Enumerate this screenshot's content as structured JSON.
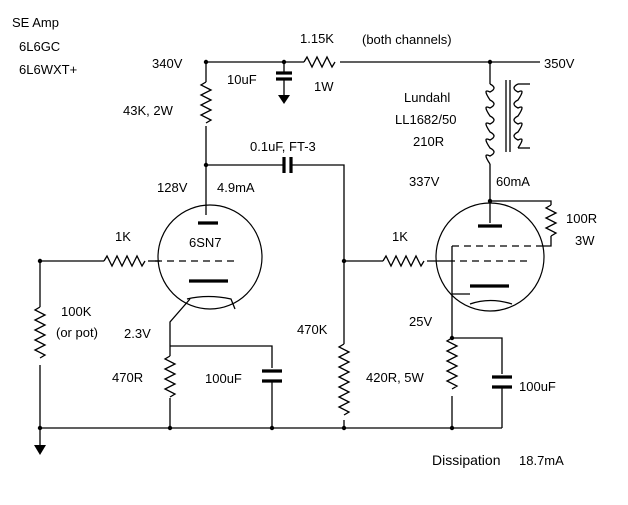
{
  "title": {
    "line1": "SE Amp",
    "line2": "6L6GC",
    "line3": "6L6WXT+"
  },
  "supply": {
    "b_plus_left": "340V",
    "b_plus_right": "350V",
    "dropping_resistor": "1.15K",
    "dropping_note": "(both channels)",
    "dropping_power": "1W",
    "filter_cap": "10uF"
  },
  "driver": {
    "tube": "6SN7",
    "plate_resistor": "43K, 2W",
    "plate_voltage": "128V",
    "plate_current": "4.9mA",
    "grid_stopper": "1K",
    "input_resistor_value": "100K",
    "input_resistor_note": "(or pot)",
    "cathode_voltage": "2.3V",
    "cathode_resistor": "470R",
    "cathode_bypass": "100uF"
  },
  "coupling": {
    "capacitor": "0.1uF, FT-3",
    "grid_resistor": "470K"
  },
  "output": {
    "transformer_brand": "Lundahl",
    "transformer_model": "LL1682/50",
    "transformer_dcr": "210R",
    "plate_voltage": "337V",
    "plate_current": "60mA",
    "screen_resistor_value": "100R",
    "screen_resistor_power": "3W",
    "grid_stopper": "1K",
    "cathode_voltage": "25V",
    "cathode_resistor": "420R, 5W",
    "cathode_bypass": "100uF",
    "dissipation_label": "Dissipation",
    "dissipation_value": "18.7mA"
  }
}
